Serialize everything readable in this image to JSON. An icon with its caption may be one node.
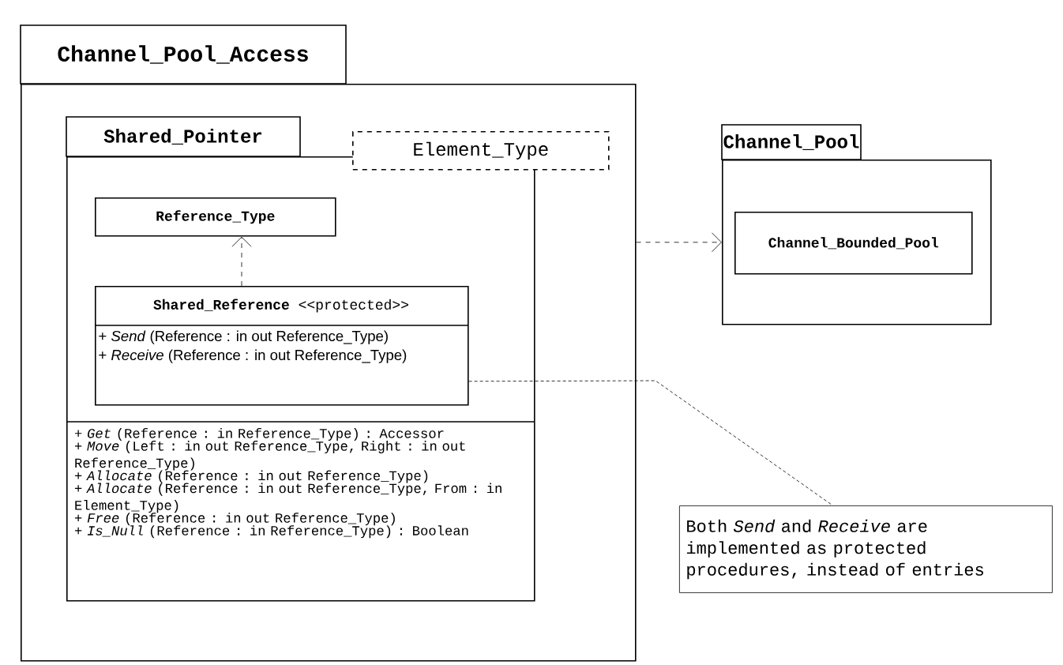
{
  "diagram": {
    "nodes": [
      {
        "text": [
          "Channel_Pool_Access"
        ]
      },
      {
        "text": [
          "Shared_Pointer",
          "+ *Get* (Reference : in Reference_Type) : Accessor",
          "+ *Move* (Left : in out Reference_Type, Right : in out Reference_Type)",
          "+ *Allocate* (Reference : in out Reference_Type)",
          "+ *Allocate* (Reference : in out Reference_Type, From : in Element_Type)",
          "+ *Free* (Reference : in out Reference_Type)",
          "+ *Is_Null* (Reference : in Reference_Type) : Boolean"
        ],
        "in": 0
      },
      {
        "text": [
          "Element_Type"
        ],
        "in": 0
      },
      {
        "text": [
          "Reference_Type"
        ],
        "in": 1
      },
      {
        "text": [
          "**Shared_Reference** <<protected>>",
          "+ *Send* (Reference : in out Reference_Type)",
          "+ *Receive* (Reference : in out Reference_Type)"
        ],
        "in": 1
      },
      {
        "text": [
          "Channel_Pool"
        ]
      },
      {
        "text": [
          "Channel_Bounded_Pool"
        ],
        "in": 5
      },
      {
        "text": [
          "Both *Send* and *Receive* are implemented as protected procedures, instead of entries"
        ]
      }
    ],
    "edges": [
      {
        "from": 4,
        "to": 3,
        "arrow": "to",
        "style": "dashed"
      },
      {
        "from": 0,
        "to": 5,
        "arrow": "to",
        "style": "dashed"
      },
      {
        "from": 4,
        "to": 7,
        "arrow": "none",
        "style": "dashed"
      }
    ]
  }
}
